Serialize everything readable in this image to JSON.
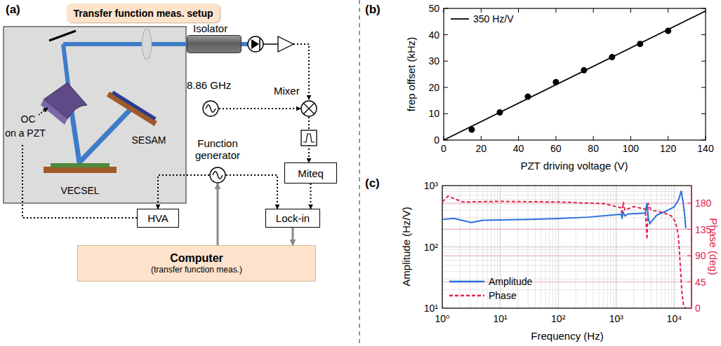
{
  "diagram": {
    "nodes": [
      {
        "text": [
          "Transfer function meas. setup"
        ]
      },
      {
        "text": [
          "Isolator"
        ]
      },
      {
        "text": [
          "8.86 GHz"
        ]
      },
      {
        "text": [
          "Mixer"
        ]
      },
      {
        "text": [
          "Miteq"
        ]
      },
      {
        "text": [
          "Function generator"
        ]
      },
      {
        "text": [
          "HVA"
        ]
      },
      {
        "text": [
          "Lock-in"
        ]
      },
      {
        "text": [
          "Computer",
          "(transfer function meas.)"
        ]
      }
    ],
    "edges": [
      {
        "from": 2,
        "to": 3,
        "arrow": "to"
      },
      {
        "from": 3,
        "to": 4,
        "arrow": "to"
      },
      {
        "from": 4,
        "to": 7,
        "arrow": "to"
      },
      {
        "from": 5,
        "to": 6,
        "arrow": "to"
      },
      {
        "from": 5,
        "to": 7,
        "arrow": "to"
      },
      {
        "from": 7,
        "to": 8,
        "arrow": "to"
      },
      {
        "from": 8,
        "to": 5,
        "arrow": "to"
      }
    ],
    "labels": [
      "(a)",
      "OC",
      "on a PZT",
      "SESAM",
      "VECSEL",
      "(b)",
      "0",
      "10",
      "20",
      "30",
      "40",
      "50",
      "0",
      "20",
      "40",
      "60",
      "80",
      "100",
      "120",
      "140",
      "PZT driving voltage (V)",
      "frep offset (kHz)",
      "(c)",
      "10³",
      "10²",
      "10¹",
      "10⁰",
      "10¹",
      "10²",
      "10³",
      "10⁴",
      "180",
      "135",
      "90",
      "45",
      "0",
      "Amplitude (Hz/V)",
      "Frequency (Hz)",
      "Phase (deg)"
    ],
    "legend": [
      {
        "text": "350 Hz/V"
      },
      {
        "text": "Amplitude"
      },
      {
        "text": "Phase"
      }
    ]
  }
}
